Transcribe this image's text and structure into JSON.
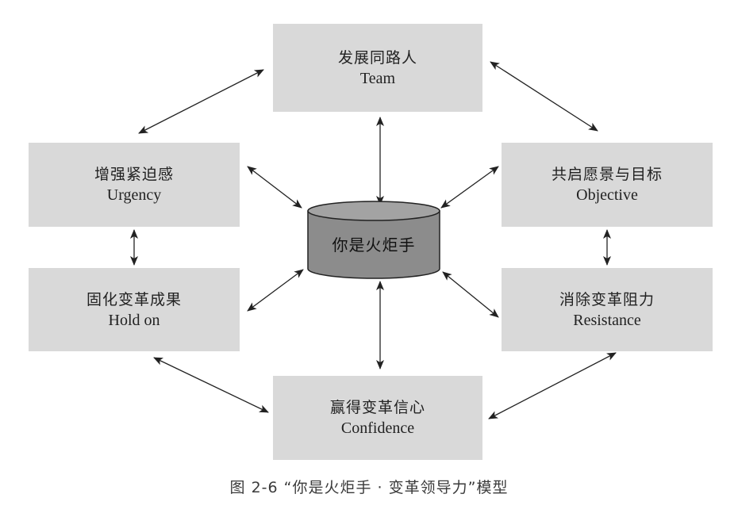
{
  "colors": {
    "box_fill": "#d9d9d9",
    "cylinder_body": "#8c8c8c",
    "cylinder_top": "#a3a3a3",
    "outline": "#222222",
    "arrow": "#222222"
  },
  "center": {
    "label": "你是火炬手"
  },
  "nodes": {
    "team": {
      "cn": "发展同路人",
      "en": "Team"
    },
    "urgency": {
      "cn": "增强紧迫感",
      "en": "Urgency"
    },
    "hold_on": {
      "cn": "固化变革成果",
      "en": "Hold on"
    },
    "objective": {
      "cn": "共启愿景与目标",
      "en": "Objective"
    },
    "resistance": {
      "cn": "消除变革阻力",
      "en": "Resistance"
    },
    "confidence": {
      "cn": "赢得变革信心",
      "en": "Confidence"
    }
  },
  "connections": [
    {
      "from": "team",
      "to": "urgency"
    },
    {
      "from": "team",
      "to": "objective"
    },
    {
      "from": "urgency",
      "to": "hold_on"
    },
    {
      "from": "objective",
      "to": "resistance"
    },
    {
      "from": "hold_on",
      "to": "confidence"
    },
    {
      "from": "resistance",
      "to": "confidence"
    },
    {
      "from": "center",
      "to": "team"
    },
    {
      "from": "center",
      "to": "urgency"
    },
    {
      "from": "center",
      "to": "objective"
    },
    {
      "from": "center",
      "to": "hold_on"
    },
    {
      "from": "center",
      "to": "resistance"
    },
    {
      "from": "center",
      "to": "confidence"
    }
  ],
  "caption": "图 2-6 “你是火炬手 · 变革领导力”模型"
}
